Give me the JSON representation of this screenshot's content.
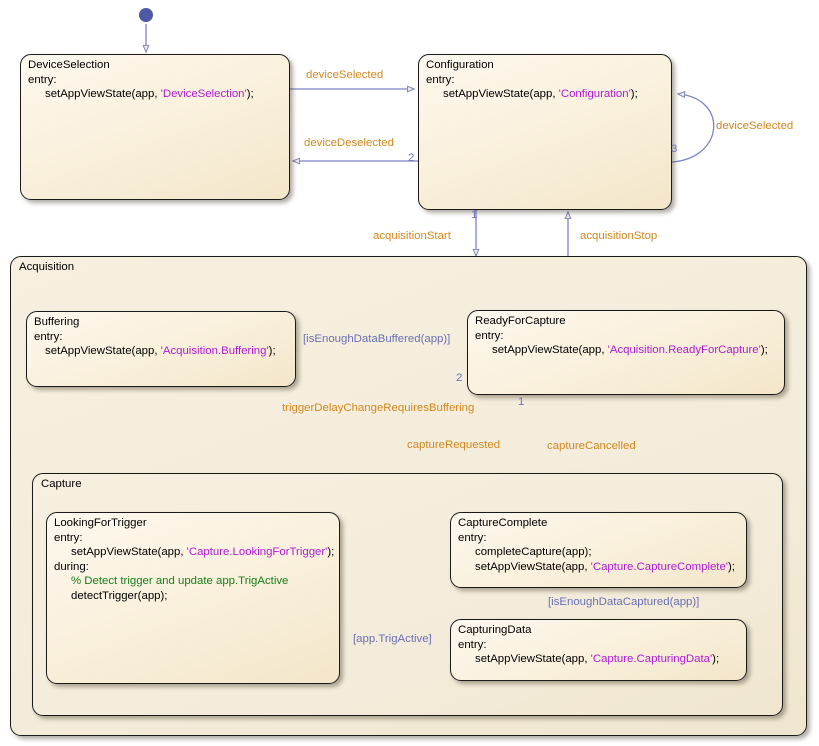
{
  "diagram": {
    "title": "Stateflow chart",
    "colors": {
      "transition_label": "#d2881d",
      "condition_label": "#6a6fb5",
      "wire": "#7b84c4",
      "junction": "#4b59a6",
      "state_fill_top": "#fdf8ee",
      "state_fill_bottom": "#f3e6ca",
      "string_literal": "#b11bd6",
      "comment": "#167f16",
      "border": "#1a1a1a"
    }
  },
  "states": {
    "device_selection": {
      "name": "DeviceSelection",
      "entry_label": "entry:",
      "entry_line1_pre": "setAppViewState(app, ",
      "entry_line1_str": "'DeviceSelection'",
      "entry_line1_post": ");"
    },
    "configuration": {
      "name": "Configuration",
      "entry_label": "entry:",
      "entry_line1_pre": "setAppViewState(app, ",
      "entry_line1_str": "'Configuration'",
      "entry_line1_post": ");"
    },
    "acquisition": {
      "name": "Acquisition"
    },
    "buffering": {
      "name": "Buffering",
      "entry_label": "entry:",
      "entry_line1_pre": "setAppViewState(app, ",
      "entry_line1_str": "'Acquisition.Buffering'",
      "entry_line1_post": ");"
    },
    "ready_for_capture": {
      "name": "ReadyForCapture",
      "entry_label": "entry:",
      "entry_line1_pre": "setAppViewState(app, ",
      "entry_line1_str": "'Acquisition.ReadyForCapture'",
      "entry_line1_post": ");"
    },
    "capture": {
      "name": "Capture"
    },
    "looking_for_trigger": {
      "name": "LookingForTrigger",
      "entry_label": "entry:",
      "entry_line1_pre": "setAppViewState(app, ",
      "entry_line1_str": "'Capture.LookingForTrigger'",
      "entry_line1_post": ");",
      "during_label": "during:",
      "during_comment": "% Detect trigger and update app.TrigActive",
      "during_line2": "detectTrigger(app);"
    },
    "capture_complete": {
      "name": "CaptureComplete",
      "entry_label": "entry:",
      "entry_line1": "completeCapture(app);",
      "entry_line2_pre": "setAppViewState(app, ",
      "entry_line2_str": "'Capture.CaptureComplete'",
      "entry_line2_post": ");"
    },
    "capturing_data": {
      "name": "CapturingData",
      "entry_label": "entry:",
      "entry_line1_pre": "setAppViewState(app, ",
      "entry_line1_str": "'Capture.CapturingData'",
      "entry_line1_post": ");"
    }
  },
  "transitions": {
    "device_selected": {
      "label": "deviceSelected",
      "from": "DeviceSelection",
      "to": "Configuration"
    },
    "device_deselected": {
      "label": "deviceDeselected",
      "from": "Configuration",
      "to": "DeviceSelection",
      "order": "2"
    },
    "device_selected_self": {
      "label": "deviceSelected",
      "from": "Configuration",
      "to": "Configuration",
      "order": "3"
    },
    "acquisition_start": {
      "label": "acquisitionStart",
      "from": "Configuration",
      "to": "Acquisition",
      "order": "1"
    },
    "acquisition_stop": {
      "label": "acquisitionStop",
      "from": "Acquisition",
      "to": "Configuration"
    },
    "is_enough_data_buffered": {
      "label": "[isEnoughDataBuffered(app)]",
      "from": "Buffering",
      "to": "ReadyForCapture"
    },
    "trigger_delay_change": {
      "label": "triggerDelayChangeRequiresBuffering",
      "from": "ReadyForCapture",
      "to": "Buffering",
      "order": "2"
    },
    "capture_requested": {
      "label": "captureRequested",
      "from": "ReadyForCapture",
      "to": "Capture",
      "order": "1"
    },
    "capture_cancelled": {
      "label": "captureCancelled",
      "from": "Capture",
      "to": "ReadyForCapture"
    },
    "capture_complete_to_ready": {
      "label": "",
      "from": "CaptureComplete",
      "to": "ReadyForCapture"
    },
    "app_trig_active": {
      "label": "[app.TrigActive]",
      "from": "LookingForTrigger",
      "to": "CapturingData"
    },
    "is_enough_data_captured": {
      "label": "[isEnoughDataCaptured(app)]",
      "from": "CapturingData",
      "to": "CaptureComplete"
    }
  },
  "junctions": {
    "root_default": "default-transition-junction",
    "acquisition_default": "default-transition-junction",
    "capture_default": "default-transition-junction"
  }
}
